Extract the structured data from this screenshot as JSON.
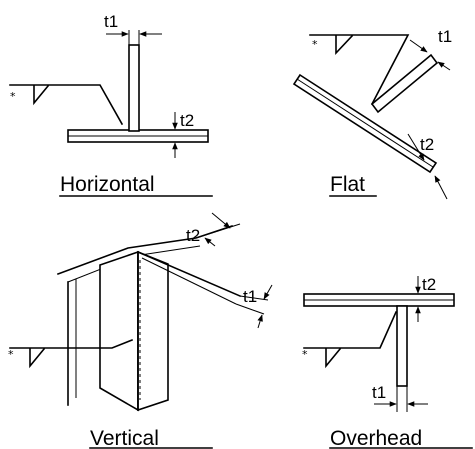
{
  "labels": {
    "horizontal": "Horizontal",
    "flat": "Flat",
    "vertical": "Vertical",
    "overhead": "Overhead"
  },
  "dims": {
    "t1": "t1",
    "t2": "t2"
  },
  "weld_symbol": "*"
}
